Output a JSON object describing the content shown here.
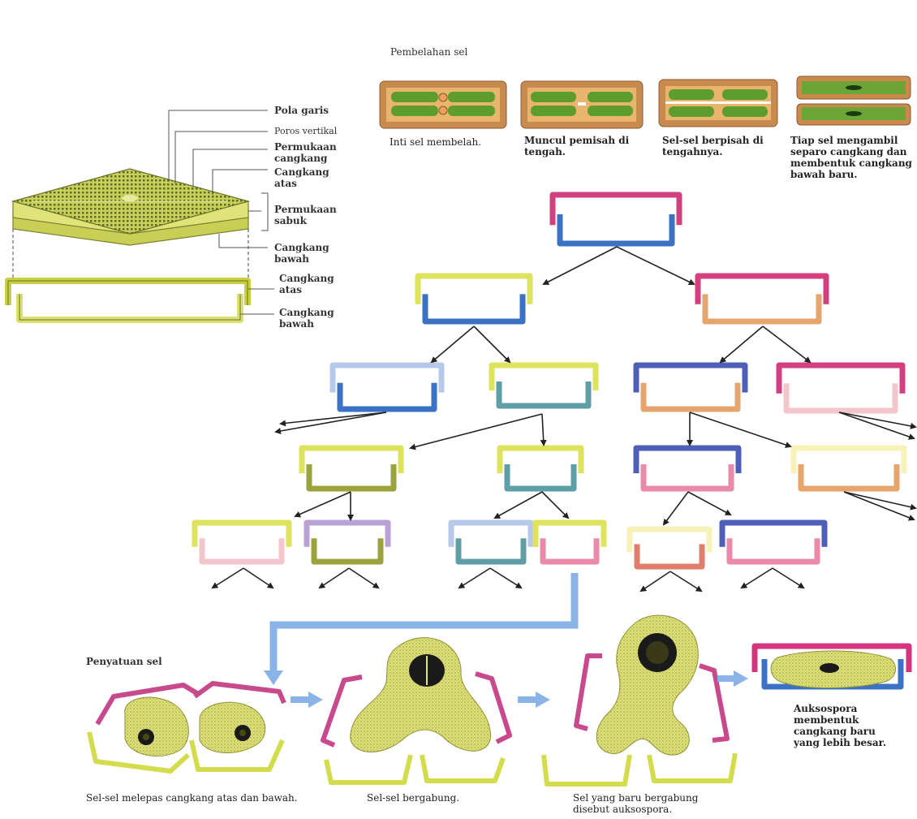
{
  "colors": {
    "yellow": "#d6de5c",
    "blue": "#3b72c4",
    "magenta": "#d43f7f",
    "orange": "#e0a66b",
    "arrow_blue": "#8ab4e8",
    "cell_fill": "#dde060",
    "cell_dark": "#1a1a1a",
    "diatom_body": "#dfe07a",
    "diatom_edge": "#9fa53c"
  },
  "structure": {
    "labels": [
      "Pola garis",
      "Poros vertikal",
      "Permukaan cangkang",
      "Cangkang atas",
      "Permukaan sabuk",
      "Cangkang bawah",
      "Cangkang atas",
      "Cangkang bawah"
    ]
  },
  "division": {
    "title": "Pembelahan sel",
    "steps": [
      {
        "caption": "Inti sel membelah."
      },
      {
        "caption": "Muncul pemisah di tengah."
      },
      {
        "caption": "Sel-sel berpisah di tengahnya."
      },
      {
        "caption": "Tiap sel mengambil separo cangkang dan membentuk cangkang bawah baru."
      }
    ]
  },
  "fusion": {
    "title": "Penyatuan sel",
    "captions": [
      "Sel-sel melepas cangkang atas dan bawah.",
      "Sel-sel bergabung.",
      "Sel yang baru bergabung disebut auksospora.",
      "Auksospora membentuk cangkang baru yang lebih besar."
    ]
  }
}
